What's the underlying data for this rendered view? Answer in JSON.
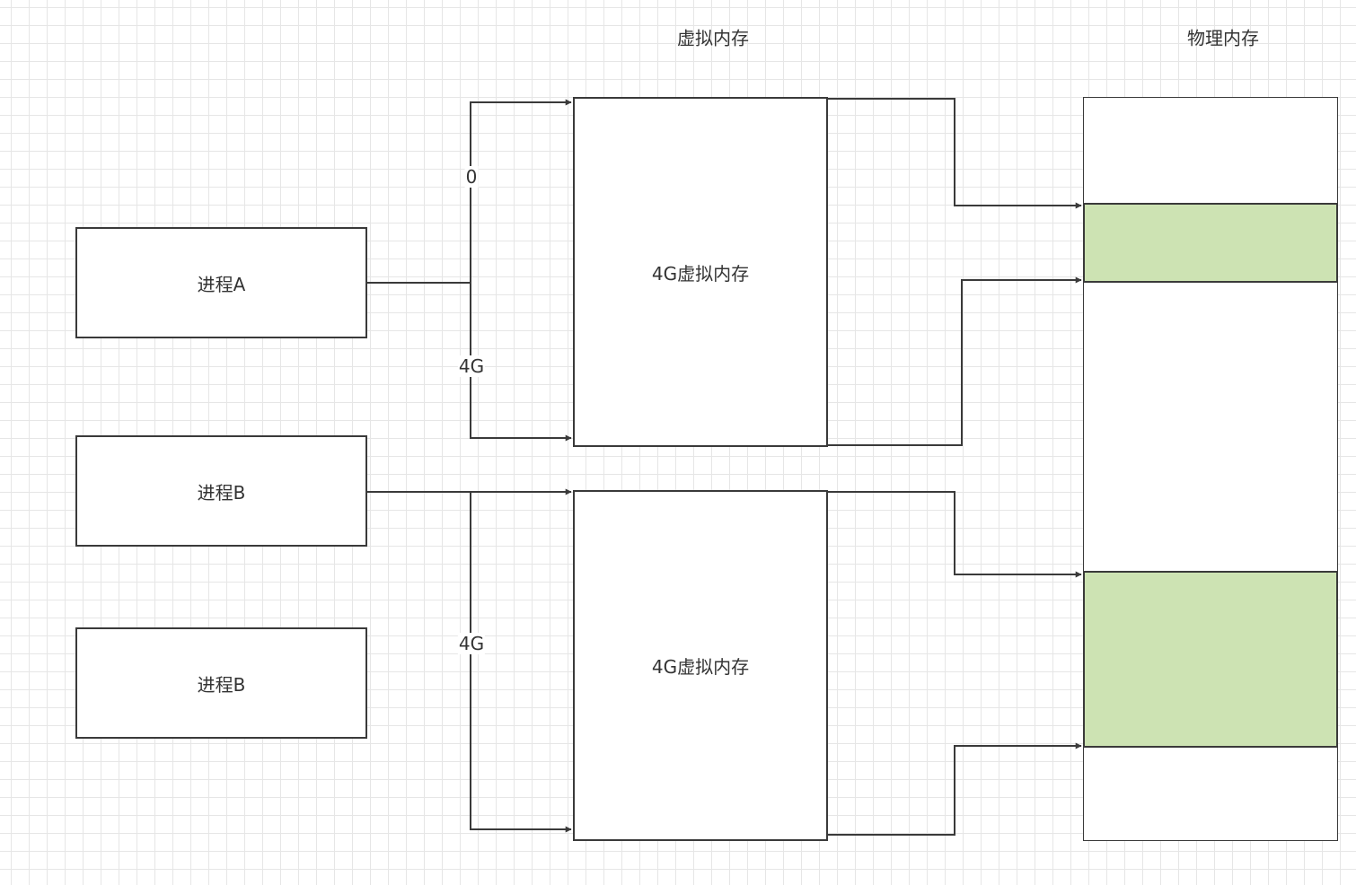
{
  "headers": {
    "virtual_memory": "虚拟内存",
    "physical_memory": "物理内存"
  },
  "processes": [
    {
      "label": "进程A"
    },
    {
      "label": "进程B"
    },
    {
      "label": "进程B"
    }
  ],
  "virtual_blocks": [
    {
      "label": "4G虚拟内存"
    },
    {
      "label": "4G虚拟内存"
    }
  ],
  "edge_labels": {
    "a_start": "0",
    "a_end": "4G",
    "b_end": "4G"
  },
  "physical_memory": {
    "segments": [
      {
        "state": "free"
      },
      {
        "state": "mapped"
      },
      {
        "state": "free"
      },
      {
        "state": "mapped"
      },
      {
        "state": "free"
      }
    ]
  },
  "colors": {
    "mapped": "#cde3b3",
    "free": "#ffffff",
    "stroke": "#3a3a3a"
  }
}
